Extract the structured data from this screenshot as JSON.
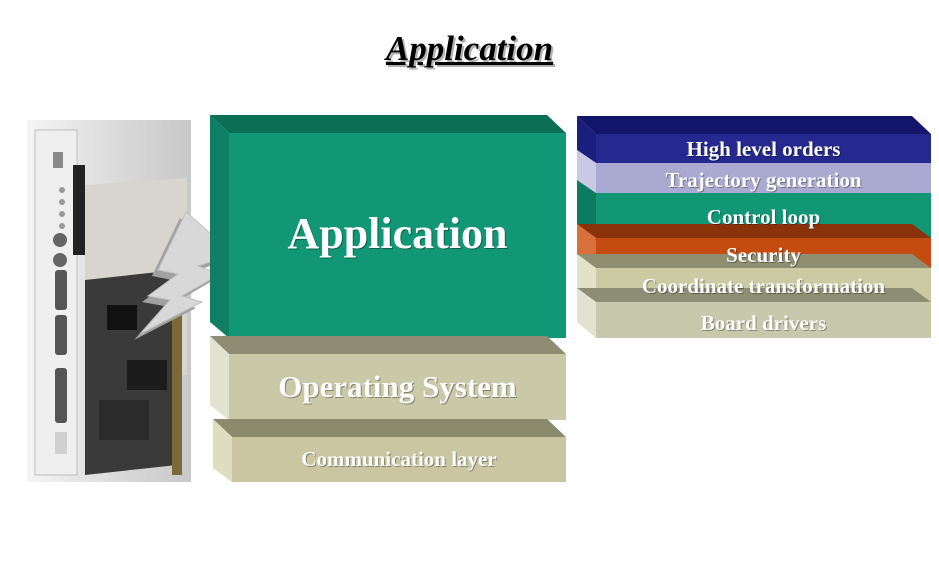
{
  "title": "Application",
  "left_stack": [
    {
      "label": "Application",
      "color": "#119775"
    },
    {
      "label": "Operating System",
      "color": "#c9c8a7"
    },
    {
      "label": "Communication layer",
      "color": "#c9c6a1"
    }
  ],
  "right_stack": [
    {
      "label": "High level orders",
      "color": "#24288f"
    },
    {
      "label": "Trajectory generation",
      "color": "#a9a9d1"
    },
    {
      "label": "Control loop",
      "color": "#119775"
    },
    {
      "label": "Security",
      "color": "#c54c10"
    },
    {
      "label": "Coordinate transformation",
      "color": "#cbcaa3"
    },
    {
      "label": "Board drivers",
      "color": "#c8c8ad"
    }
  ],
  "image": "vme-board-photo"
}
